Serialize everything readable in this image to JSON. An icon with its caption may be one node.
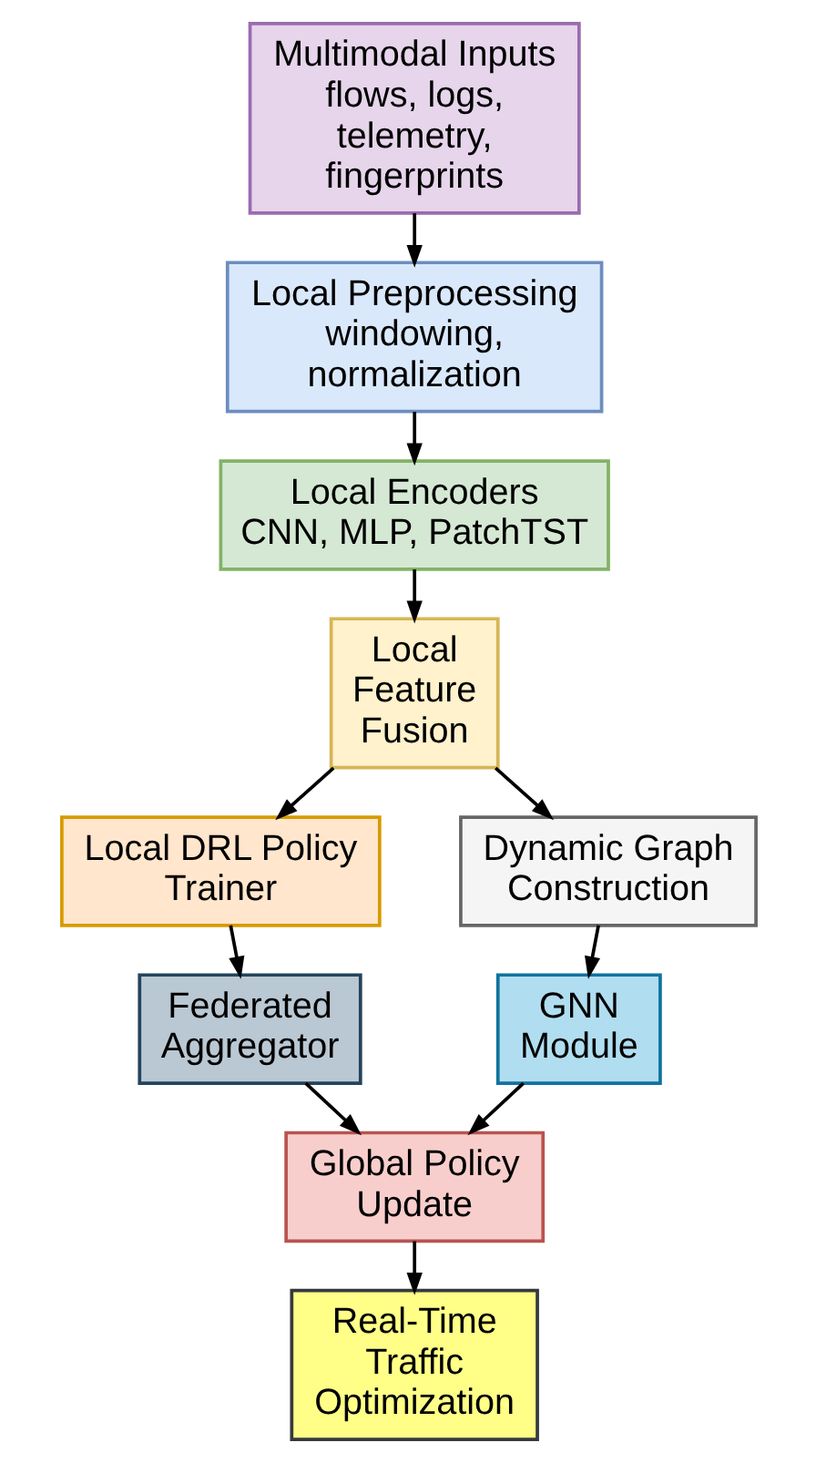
{
  "diagram": {
    "nodes": [
      {
        "text": [
          "Multimodal Inputs",
          "flows, logs, telemetry, fingerprints"
        ]
      },
      {
        "text": [
          "Local Preprocessing",
          "windowing, normalization"
        ]
      },
      {
        "text": [
          "Local Encoders",
          "CNN, MLP, PatchTST"
        ]
      },
      {
        "text": [
          "Local Feature Fusion"
        ]
      },
      {
        "text": [
          "Local DRL Policy Trainer"
        ]
      },
      {
        "text": [
          "Dynamic Graph Construction"
        ]
      },
      {
        "text": [
          "Federated Aggregator"
        ]
      },
      {
        "text": [
          "GNN Module"
        ]
      },
      {
        "text": [
          "Global Policy Update"
        ]
      },
      {
        "text": [
          "Real-Time Traffic Optimization"
        ]
      }
    ],
    "edges": [
      {
        "from": 0,
        "to": 1,
        "arrow": "to"
      },
      {
        "from": 1,
        "to": 2,
        "arrow": "to"
      },
      {
        "from": 2,
        "to": 3,
        "arrow": "to"
      },
      {
        "from": 3,
        "to": 4,
        "arrow": "to"
      },
      {
        "from": 3,
        "to": 5,
        "arrow": "to"
      },
      {
        "from": 4,
        "to": 6,
        "arrow": "to"
      },
      {
        "from": 5,
        "to": 7,
        "arrow": "to"
      },
      {
        "from": 6,
        "to": 8,
        "arrow": "to"
      },
      {
        "from": 7,
        "to": 8,
        "arrow": "to"
      },
      {
        "from": 8,
        "to": 9,
        "arrow": "to"
      }
    ]
  }
}
